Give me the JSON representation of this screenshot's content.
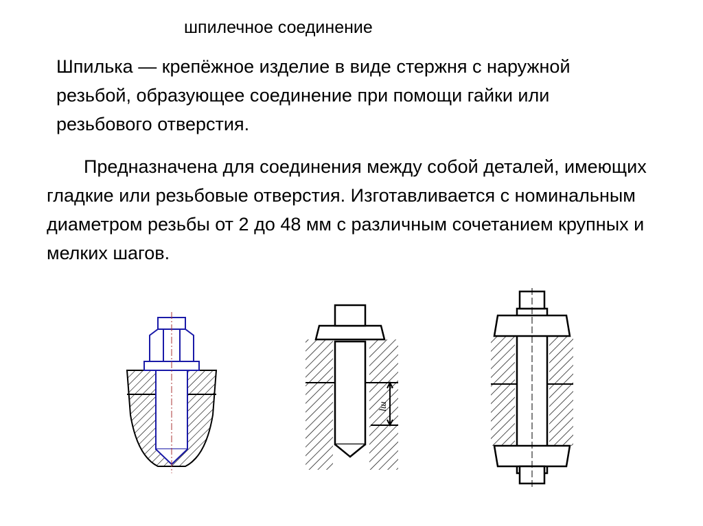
{
  "slide": {
    "title": "шпилечное соединение",
    "definition": "Шпилька — крепёжное изделие в виде стержня с наружной резьбой, образующее соединение при помощи гайки или резьбового отверстия.",
    "description": "Предназначена для соединения между собой деталей, имеющих гладкие или резьбовые отверстия. Изготавливается с номинальным диаметром резьбы от 2 до 48 мм с различным сочетанием крупных и мелких шагов."
  },
  "figures": {
    "figure2_dimension_label": "lш",
    "colors": {
      "figure1": "#1a1aa8",
      "text": "#000000"
    }
  }
}
